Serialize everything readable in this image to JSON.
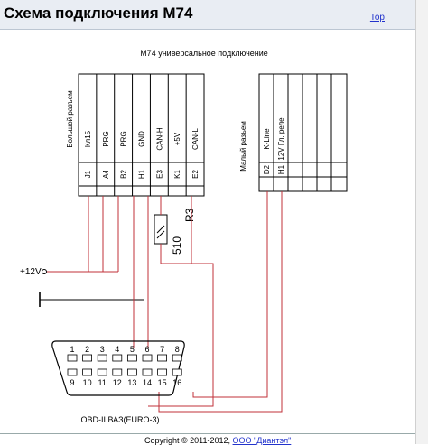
{
  "header": {
    "title": "Схема подключения М74",
    "top_link": "Top"
  },
  "diagram": {
    "caption": "М74 универсальное подключение",
    "big_connector": {
      "name": "Большой разъем",
      "signals": [
        "Кл15",
        "PRG",
        "PRG",
        "GND",
        "CAN-H",
        "+5V",
        "CAN-L"
      ],
      "pins": [
        "J1",
        "A4",
        "B2",
        "H1",
        "E3",
        "K1",
        "E2"
      ]
    },
    "small_connector": {
      "name": "Малый разъем",
      "signals": [
        "K-Line",
        "12V Гл. реле"
      ],
      "pins": [
        "D2",
        "H1"
      ]
    },
    "resistor": {
      "value": "510",
      "ref": "R3"
    },
    "supply_label": "+12V",
    "obd": {
      "caption": "OBD-II ВАЗ(EURO-3)",
      "top_pins": [
        "1",
        "2",
        "3",
        "4",
        "5",
        "6",
        "7",
        "8"
      ],
      "bottom_pins": [
        "9",
        "10",
        "11",
        "12",
        "13",
        "14",
        "15",
        "16"
      ]
    },
    "colors": {
      "wire": "#c0303a",
      "line": "#000000"
    }
  },
  "footer": {
    "copyright": "Copyright © 2011-2012,",
    "company": "ООО \"Диантэл\""
  }
}
